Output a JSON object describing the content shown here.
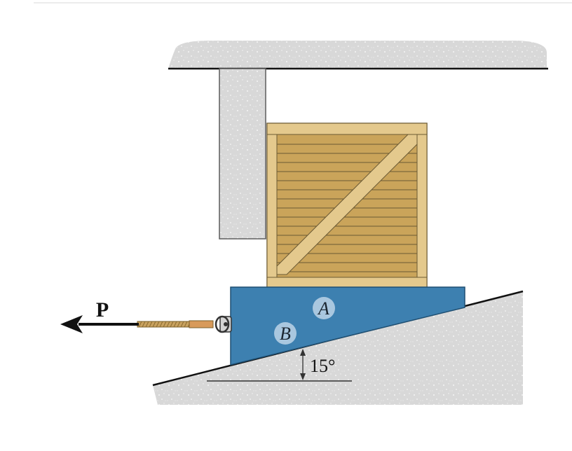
{
  "labels": {
    "force": "P",
    "contact_upper": "A",
    "contact_lower": "B",
    "angle": "15°"
  },
  "colors": {
    "ceiling_fill": "#d6d6d6",
    "wall_fill": "#d6d6d6",
    "ground_fill": "#d6d6d6",
    "crate_frame": "#e4c98d",
    "crate_slats": "#caa45a",
    "crate_outline": "#6b5a34",
    "wedge_fill": "#3d80b0",
    "wedge_outline": "#1f4f72",
    "label_circle": "#a9c7df",
    "rope": "#c8a15e",
    "line": "#111111"
  },
  "icons": {
    "force_arrow": "arrow-left-icon",
    "eyelet": "eyelet-hook-icon"
  },
  "geometry_info": {
    "incline_angle_deg": 15
  }
}
